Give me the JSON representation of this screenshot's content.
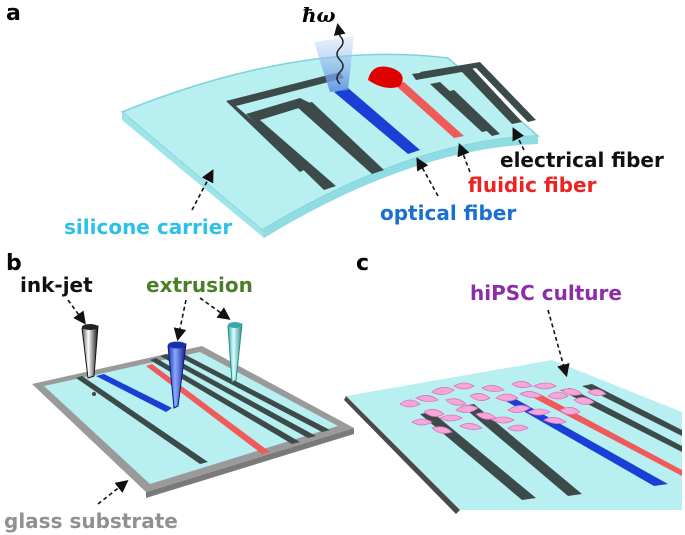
{
  "panels": {
    "a": {
      "letter": "a",
      "photon_label": "ħω",
      "labels": {
        "electrical": "electrical fiber",
        "fluidic": "fluidic fiber",
        "optical": "optical fiber",
        "silicone": "silicone carrier"
      }
    },
    "b": {
      "letter": "b",
      "labels": {
        "inkjet": "ink-jet",
        "extrusion": "extrusion",
        "glass": "glass substrate"
      }
    },
    "c": {
      "letter": "c",
      "labels": {
        "culture": "hiPSC culture"
      }
    }
  },
  "colors": {
    "carrier": "#b8f0f2",
    "carrier_edge": "#7fd3d8",
    "electrical": "#3c4a4a",
    "optical": "#1a3fd6",
    "fluidic": "#f05a5a",
    "label_silicone": "#2ec0e8",
    "label_optical": "#1a6fd0",
    "label_fluidic": "#ee2222",
    "label_extrusion": "#4a7f2a",
    "label_glass": "#909090",
    "label_culture": "#8a2fa8",
    "glass": "#9a9a9a"
  }
}
